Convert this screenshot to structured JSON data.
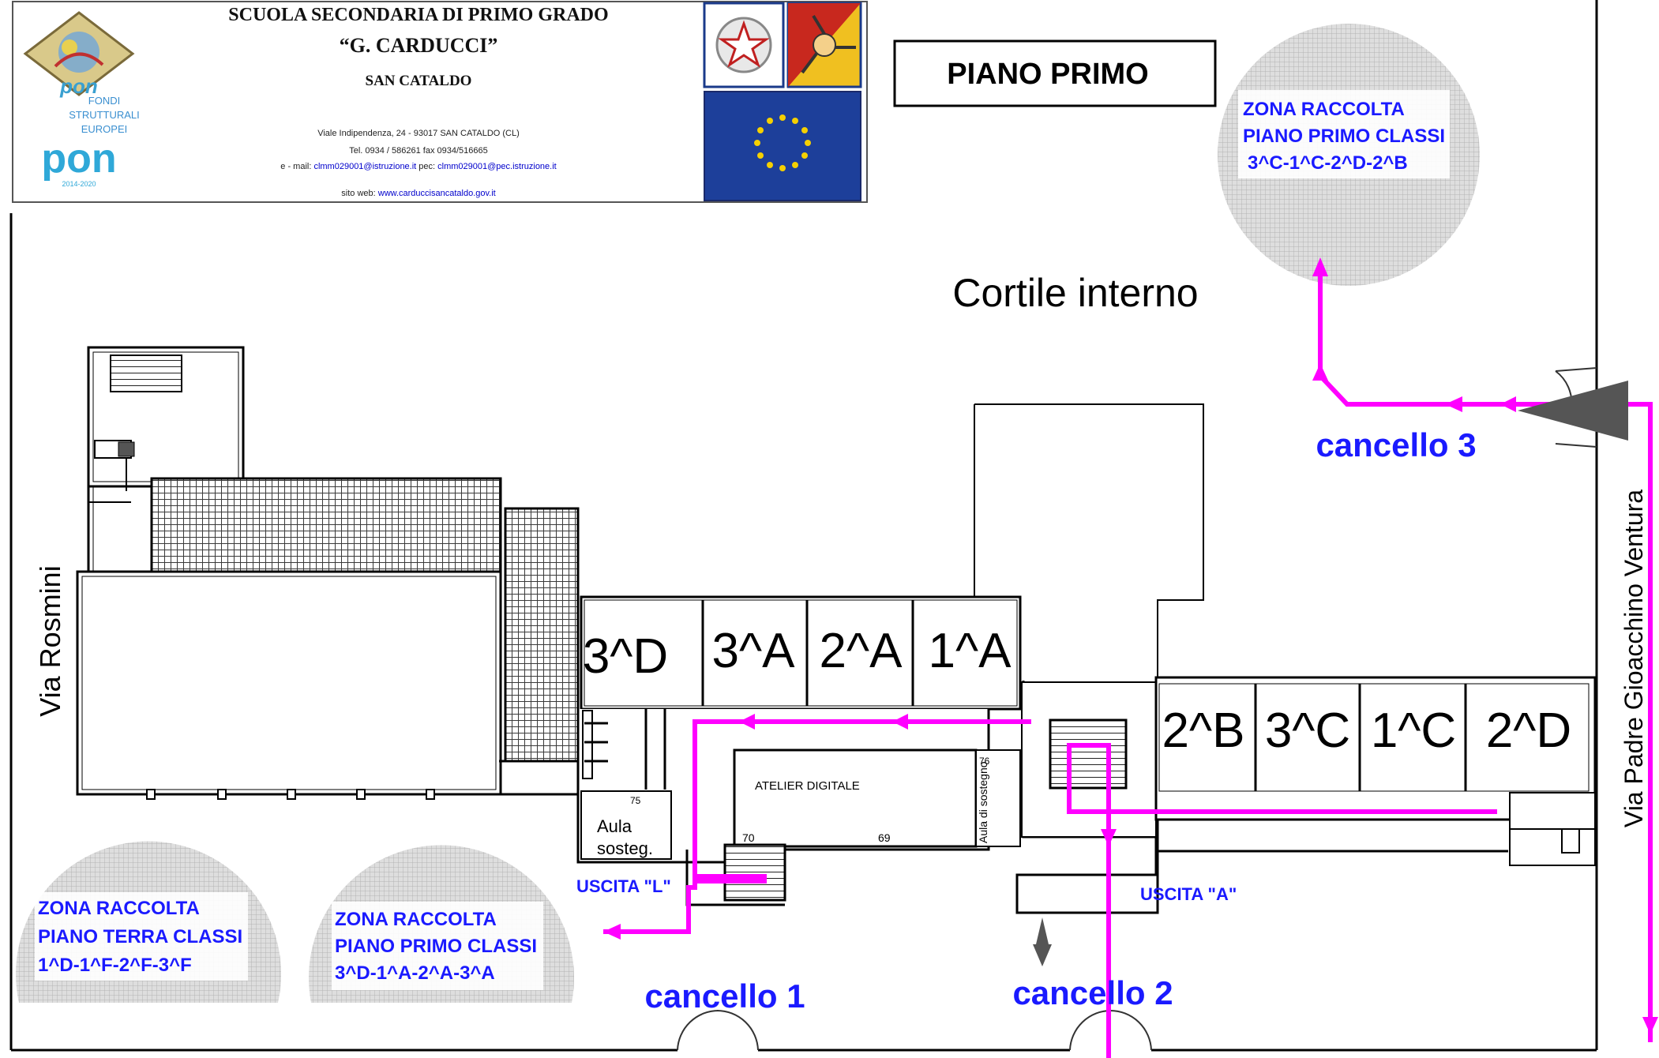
{
  "header": {
    "school_line1": "SCUOLA SECONDARIA DI PRIMO GRADO",
    "school_line2": "“G. CARDUCCI”",
    "city": "SAN CATALDO",
    "address": "Viale Indipendenza, 24 - 93017 SAN CATALDO (CL)",
    "phone": "Tel. 0934 / 586261 fax 0934/516665",
    "email_prefix": "e - mail:",
    "email": "clmm029001@istruzione.it",
    "pec_label": "pec:",
    "pec": "clmm029001@pec.istruzione.it",
    "site_label": "sito web:",
    "site": "www.carduccisancataldo.gov.it",
    "fondi": [
      "FONDI",
      "STRUTTURALI",
      "EUROPEI"
    ],
    "pon": "pon",
    "pon_years": "2014-2020"
  },
  "floor_title": "PIANO PRIMO",
  "courtyard": "Cortile interno",
  "streets": {
    "left": "Via Rosmini",
    "right": "Via Padre Gioacchino Ventura"
  },
  "gates": [
    "cancello 1",
    "cancello 2",
    "cancello 3"
  ],
  "exits": [
    "USCITA \"L\"",
    "USCITA \"A\""
  ],
  "classrooms": [
    "3^D",
    "3^A",
    "2^A",
    "1^A",
    "2^B",
    "3^C",
    "1^C",
    "2^D"
  ],
  "rooms": {
    "atelier": "ATELIER DIGITALE",
    "aula_sostegno_1": [
      "Aula",
      "sosteg."
    ],
    "aula_sostegno_2": "Aula di sostegno",
    "room_numbers": [
      "75",
      "70",
      "69",
      "76"
    ]
  },
  "zones": [
    {
      "lines": [
        "ZONA RACCOLTA",
        "PIANO PRIMO CLASSI",
        "3^C-1^C-2^D-2^B"
      ]
    },
    {
      "lines": [
        "ZONA RACCOLTA",
        "PIANO TERRA CLASSI",
        "1^D-1^F-2^F-3^F"
      ]
    },
    {
      "lines": [
        "ZONA RACCOLTA",
        "PIANO PRIMO CLASSI",
        "3^D-1^A-2^A-3^A"
      ]
    }
  ],
  "colors": {
    "route": "#ff00ff",
    "label_blue": "#1a1aff",
    "zone_fill": "#d4d4d4",
    "link": "#0000cc"
  }
}
